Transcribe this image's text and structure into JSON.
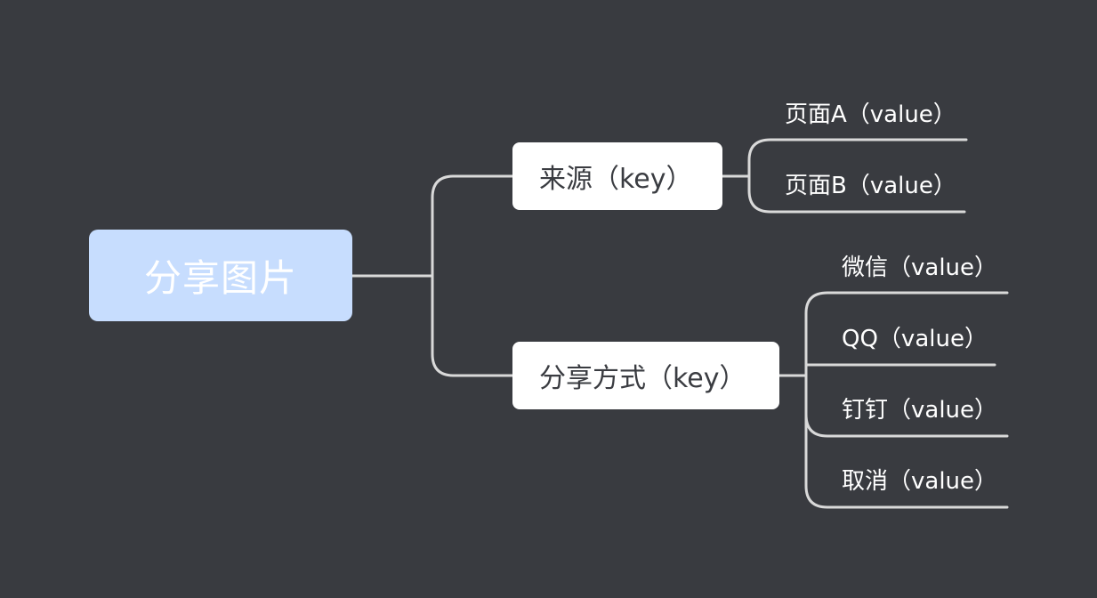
{
  "mindmap": {
    "root": {
      "label": "分享图片"
    },
    "branches": [
      {
        "label": "来源（key）",
        "children": [
          {
            "label": "页面A（value）"
          },
          {
            "label": "页面B（value）"
          }
        ]
      },
      {
        "label": "分享方式（key）",
        "children": [
          {
            "label": "微信（value）"
          },
          {
            "label": "QQ（value）"
          },
          {
            "label": "钉钉（value）"
          },
          {
            "label": "取消（value）"
          }
        ]
      }
    ]
  },
  "colors": {
    "background": "#393b40",
    "root_fill": "#c7ddfe",
    "node_fill": "#ffffff",
    "connector": "#d9d9d9"
  }
}
